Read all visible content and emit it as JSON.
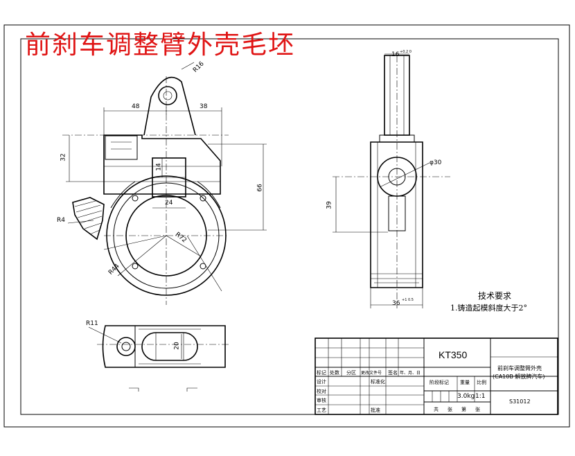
{
  "title": "前刹车调整臂外壳毛坯",
  "dims": {
    "r16": "R16",
    "d48": "48",
    "d38": "38",
    "d16": "16",
    "d16_tol": "+0.2 0",
    "d32": "32",
    "d14": "14",
    "d24": "24",
    "d66": "66",
    "r4": "R4",
    "r72": "R72",
    "r44": "R44",
    "phi30": "φ30",
    "d39": "39",
    "d36": "36",
    "d36_tol": "+1 0.5",
    "r11": "R11",
    "d20": "20"
  },
  "notes": {
    "heading": "技术要求",
    "line1": "1.铸造起模斜度大于2°"
  },
  "title_block": {
    "part_code": "KT350",
    "part_name_line1": "前刹车调整臂外壳",
    "part_name_line2": "(CA10B 解放牌汽车)",
    "drawing_no": "S31012",
    "weight": "3.0kg",
    "scale": "1:1",
    "row_headers": [
      "标记",
      "处数",
      "分区",
      "更改文件号",
      "签名",
      "年、月、日"
    ],
    "roles": [
      "设计",
      "校对",
      "审核",
      "工艺"
    ],
    "standardize": "标准化",
    "approve": "批准",
    "stage_label": "阶段标记",
    "weight_label": "重量",
    "scale_label": "比例",
    "sheet_labels": [
      "共",
      "张",
      "第",
      "张"
    ]
  }
}
